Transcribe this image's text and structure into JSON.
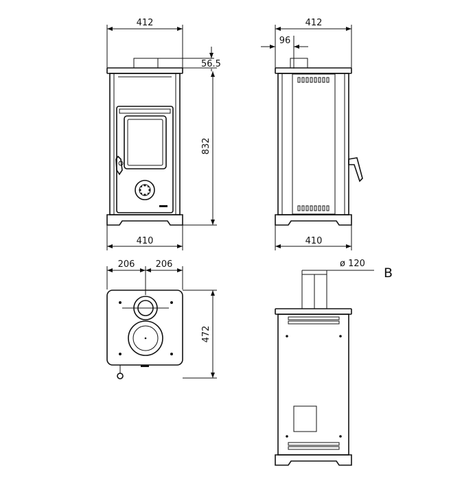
{
  "dimensions": {
    "front_top_width": "412",
    "front_bottom_width": "410",
    "front_height": "832",
    "flue_offset": "56.5",
    "side_top_width": "412",
    "side_bottom_width": "410",
    "flue_setback": "96",
    "top_left": "206",
    "top_right": "206",
    "top_depth": "472",
    "flue_diameter": "ø  120"
  },
  "view_label": "B"
}
